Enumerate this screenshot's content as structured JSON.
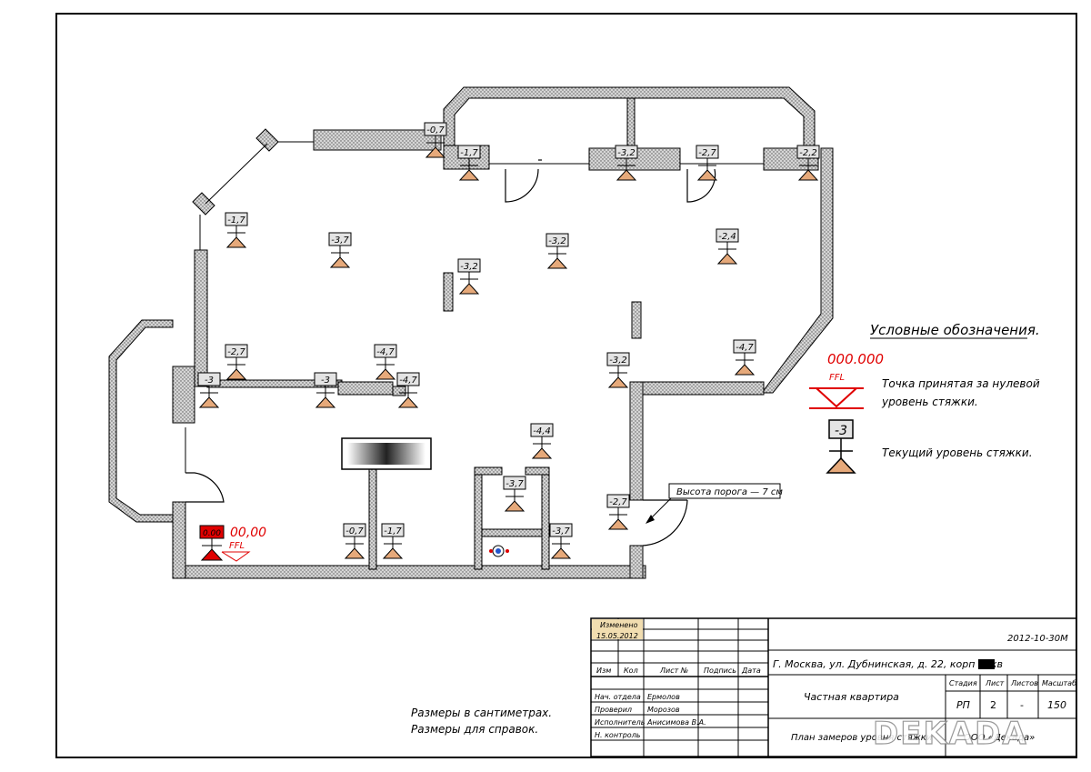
{
  "plan": {
    "levels": [
      {
        "id": "l1",
        "value": "-0,7"
      },
      {
        "id": "l2",
        "value": "-1,7"
      },
      {
        "id": "l3",
        "value": "-3,2"
      },
      {
        "id": "l4",
        "value": "-2,7"
      },
      {
        "id": "l5",
        "value": "-2,2"
      },
      {
        "id": "l6",
        "value": "-1,7"
      },
      {
        "id": "l7",
        "value": "-3,7"
      },
      {
        "id": "l8",
        "value": "-3,2"
      },
      {
        "id": "l9",
        "value": "-3,2"
      },
      {
        "id": "l10",
        "value": "-2,4"
      },
      {
        "id": "l11",
        "value": "-2,7"
      },
      {
        "id": "l12",
        "value": "-4,7"
      },
      {
        "id": "l13",
        "value": "-3"
      },
      {
        "id": "l14",
        "value": "-3"
      },
      {
        "id": "l15",
        "value": "-4,7"
      },
      {
        "id": "l16",
        "value": "-3,2"
      },
      {
        "id": "l17",
        "value": "-4,7"
      },
      {
        "id": "l18",
        "value": "-4,4"
      },
      {
        "id": "l19",
        "value": "-3,7"
      },
      {
        "id": "l20",
        "value": "-2,7"
      },
      {
        "id": "l21",
        "value": "-0,7"
      },
      {
        "id": "l22",
        "value": "-1,7"
      },
      {
        "id": "l23",
        "value": "-3,7"
      }
    ],
    "zero_point": {
      "box": "0.00",
      "label": "00,00",
      "ffl": "FFL"
    },
    "threshold_note": "Высота порога — 7 см",
    "colors": {
      "triangle": "#e6a97a",
      "zero": "#e00000",
      "blue_marker": "#27a3e0",
      "wall": "#c9c9c9"
    }
  },
  "legend": {
    "title": "Условные обозначения.",
    "zero_value": "000.000",
    "ffl": "FFL",
    "zero_desc_1": "Точка принятая за нулевой",
    "zero_desc_2": "уровень стяжки.",
    "current_box": "-3",
    "current_desc": "Текущий уровень стяжки."
  },
  "notes": {
    "line1": "Размеры в сантиметрах.",
    "line2": "Размеры для справок."
  },
  "title_block": {
    "changed": "Изменено",
    "changed_date": "15.05.2012",
    "h_izm": "Изм",
    "h_kol": "Кол",
    "h_list": "Лист №",
    "h_sign": "Подпись",
    "h_date": "Дата",
    "r1_role": "Нач. отдела",
    "r1_name": "Ермолов",
    "r2_role": "Проверил",
    "r2_name": "Морозов",
    "r3_role": "Исполнитель",
    "r3_name": "Анисимова В.А.",
    "r4_role": "Н. контроль",
    "doc_code": "2012-10-30М",
    "address": "Г. Москва, ул. Дубнинская, д. 22, корп 5, кв",
    "object": "Частная квартира",
    "h_stage": "Стадия",
    "h_sheet": "Лист",
    "h_sheets": "Листов",
    "h_scale": "Масштаб",
    "stage": "РП",
    "sheet": "2",
    "sheets": "-",
    "scale": "150",
    "drawing": "План замеров уровня стяжки",
    "org": "ООО «Декада»",
    "watermark": "DEKADA"
  }
}
